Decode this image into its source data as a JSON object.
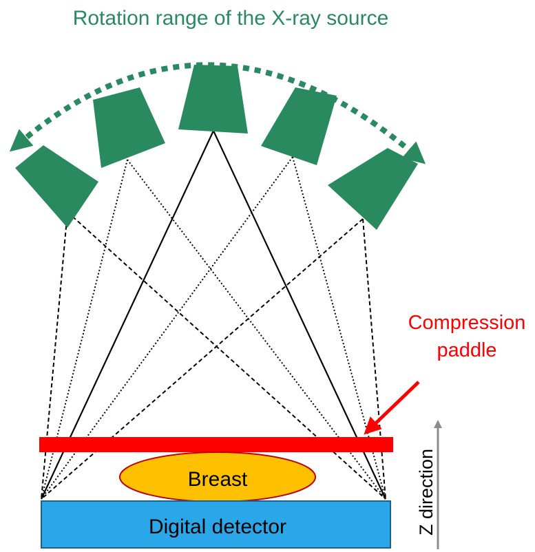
{
  "title": "Rotation range of the X-ray source",
  "labels": {
    "paddle_line1": "Compression",
    "paddle_line2": "paddle",
    "breast": "Breast",
    "detector": "Digital detector",
    "z_direction": "Z direction"
  },
  "colors": {
    "source": "#2a8a5f",
    "title": "#2a8a5f",
    "paddle": "#ff0000",
    "paddle_label": "#ff0000",
    "breast_fill": "#ffc000",
    "breast_stroke": "#c00000",
    "detector": "#2aa7e8",
    "z_arrow": "#8c8c8c"
  },
  "icons": {
    "rotation_arc": "dashed-double-arrow-arc-icon",
    "source": "x-ray-tube-icon",
    "paddle_pointer": "red-arrow-icon",
    "z_axis": "up-arrow-icon"
  }
}
